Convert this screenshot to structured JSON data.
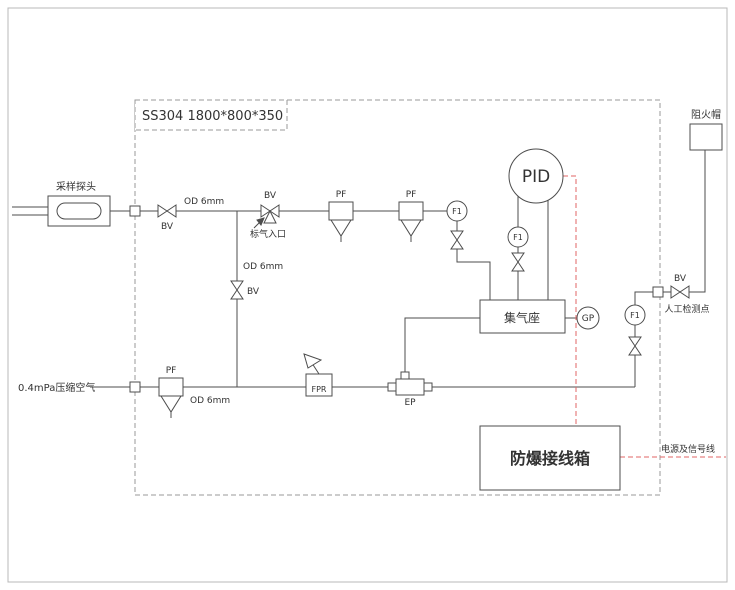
{
  "colors": {
    "pipe_line": "#4d4d4d",
    "signal_line_red": "#e06666",
    "enclosure_dash": "#999999",
    "page_border": "#b8b8b8",
    "text": "#333333"
  },
  "labels": {
    "enclosure_spec": "SS304 1800*800*350",
    "sample_probe": "采样探头",
    "ball_valve": "BV",
    "tube_od": "OD 6mm",
    "cal_gas_inlet": "标气入口",
    "filter": "PF",
    "flowmeter": "F1",
    "analyzer": "PID",
    "gas_manifold": "集气座",
    "gauge": "GP",
    "manual_check_point": "人工检测点",
    "flame_arrestor": "阻火帽",
    "compressed_air": "0.4mPa压缩空气",
    "filter_regulator": "FPR",
    "ep_unit": "EP",
    "junction_box": "防爆接线箱",
    "power_signal": "电源及信号线"
  }
}
